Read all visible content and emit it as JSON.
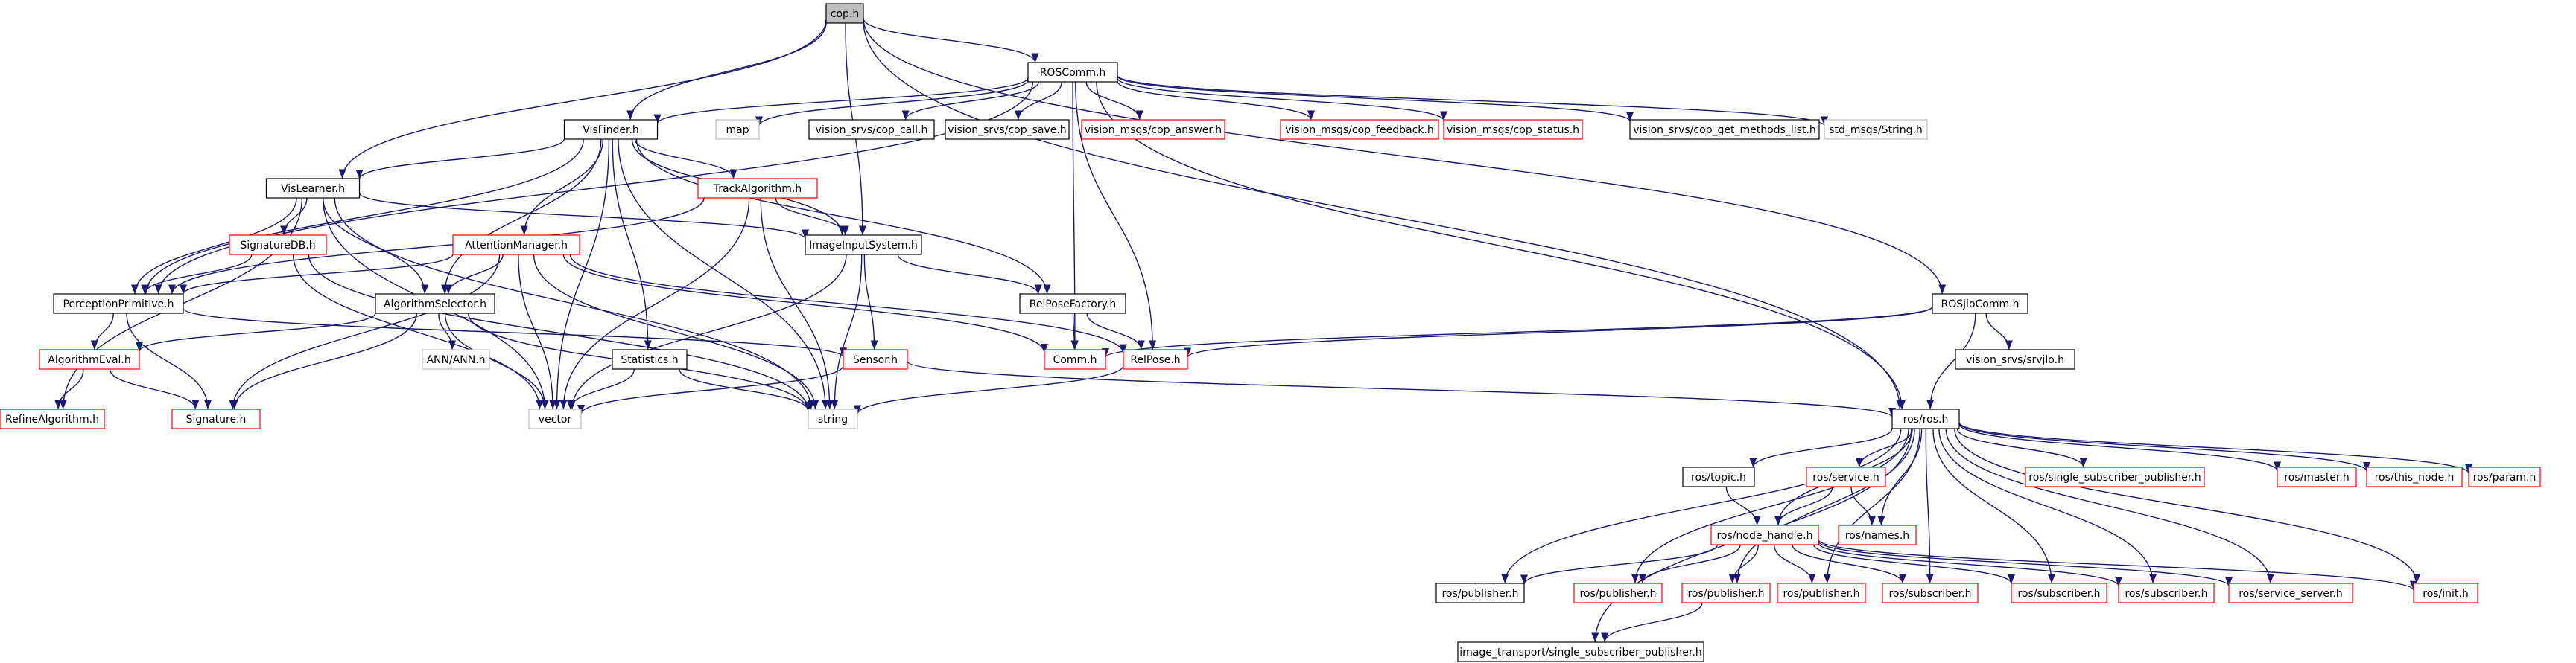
{
  "colors": {
    "edge": "#191970",
    "border_local": "#000000",
    "border_missing": "#ff0000",
    "border_system": "#bfbfbf",
    "fill_focus": "#bfbfbf",
    "fill_default": "#ffffff"
  },
  "nodes": [
    {
      "id": "cop_h",
      "label": "cop.h",
      "kind": "focus"
    },
    {
      "id": "roscomm_h",
      "label": "ROSComm.h",
      "kind": "local"
    },
    {
      "id": "visfinder_h",
      "label": "VisFinder.h",
      "kind": "local"
    },
    {
      "id": "map",
      "label": "map",
      "kind": "system"
    },
    {
      "id": "cop_call_h",
      "label": "vision_srvs/cop_call.h",
      "kind": "local"
    },
    {
      "id": "cop_save_h",
      "label": "vision_srvs/cop_save.h",
      "kind": "local"
    },
    {
      "id": "cop_answer_h",
      "label": "vision_msgs/cop_answer.h",
      "kind": "missing"
    },
    {
      "id": "cop_feedback_h",
      "label": "vision_msgs/cop_feedback.h",
      "kind": "missing"
    },
    {
      "id": "cop_status_h",
      "label": "vision_msgs/cop_status.h",
      "kind": "missing"
    },
    {
      "id": "cop_get_methods_h",
      "label": "vision_srvs/cop_get_methods_list.h",
      "kind": "local"
    },
    {
      "id": "std_string_h",
      "label": "std_msgs/String.h",
      "kind": "system"
    },
    {
      "id": "vislearner_h",
      "label": "VisLearner.h",
      "kind": "local"
    },
    {
      "id": "trackalgorithm_h",
      "label": "TrackAlgorithm.h",
      "kind": "missing"
    },
    {
      "id": "signaturedb_h",
      "label": "SignatureDB.h",
      "kind": "missing"
    },
    {
      "id": "attentionmanager_h",
      "label": "AttentionManager.h",
      "kind": "missing"
    },
    {
      "id": "imageinputsystem_h",
      "label": "ImageInputSystem.h",
      "kind": "local"
    },
    {
      "id": "perceptionprimitive_h",
      "label": "PerceptionPrimitive.h",
      "kind": "local"
    },
    {
      "id": "algorithmselector_h",
      "label": "AlgorithmSelector.h",
      "kind": "local"
    },
    {
      "id": "relposefactory_h",
      "label": "RelPoseFactory.h",
      "kind": "local"
    },
    {
      "id": "rosjlocomm_h",
      "label": "ROSjloComm.h",
      "kind": "local"
    },
    {
      "id": "algorithmeval_h",
      "label": "AlgorithmEval.h",
      "kind": "missing"
    },
    {
      "id": "annann_h",
      "label": "ANN/ANN.h",
      "kind": "system"
    },
    {
      "id": "statistics_h",
      "label": "Statistics.h",
      "kind": "local"
    },
    {
      "id": "sensor_h",
      "label": "Sensor.h",
      "kind": "missing"
    },
    {
      "id": "comm_h",
      "label": "Comm.h",
      "kind": "missing"
    },
    {
      "id": "relpose_h",
      "label": "RelPose.h",
      "kind": "missing"
    },
    {
      "id": "srvjlo_h",
      "label": "vision_srvs/srvjlo.h",
      "kind": "local"
    },
    {
      "id": "refinealgorithm_h",
      "label": "RefineAlgorithm.h",
      "kind": "missing"
    },
    {
      "id": "signature_h",
      "label": "Signature.h",
      "kind": "missing"
    },
    {
      "id": "vector",
      "label": "vector",
      "kind": "system"
    },
    {
      "id": "string",
      "label": "string",
      "kind": "system"
    },
    {
      "id": "rosros_h",
      "label": "ros/ros.h",
      "kind": "local"
    },
    {
      "id": "rostopic_h",
      "label": "ros/topic.h",
      "kind": "local"
    },
    {
      "id": "rosservice_h",
      "label": "ros/service.h",
      "kind": "missing"
    },
    {
      "id": "ros_ssp_h",
      "label": "ros/single_subscriber_publisher.h",
      "kind": "missing"
    },
    {
      "id": "rosmaster_h",
      "label": "ros/master.h",
      "kind": "missing"
    },
    {
      "id": "rosthisnode_h",
      "label": "ros/this_node.h",
      "kind": "missing"
    },
    {
      "id": "rosparam_h",
      "label": "ros/param.h",
      "kind": "missing"
    },
    {
      "id": "rosnodehandle_h",
      "label": "ros/node_handle.h",
      "kind": "missing"
    },
    {
      "id": "rosnames_h",
      "label": "ros/names.h",
      "kind": "missing"
    },
    {
      "id": "rospub1_h",
      "label": "ros/publisher.h",
      "kind": "local"
    },
    {
      "id": "rospub2_h",
      "label": "ros/publisher.h",
      "kind": "missing"
    },
    {
      "id": "rospub3_h",
      "label": "ros/publisher.h",
      "kind": "missing"
    },
    {
      "id": "rospub4_h",
      "label": "ros/publisher.h",
      "kind": "missing"
    },
    {
      "id": "rossub1_h",
      "label": "ros/subscriber.h",
      "kind": "missing"
    },
    {
      "id": "rossub2_h",
      "label": "ros/subscriber.h",
      "kind": "missing"
    },
    {
      "id": "rossub3_h",
      "label": "ros/subscriber.h",
      "kind": "missing"
    },
    {
      "id": "rosservserver_h",
      "label": "ros/service_server.h",
      "kind": "missing"
    },
    {
      "id": "rosinit_h",
      "label": "ros/init.h",
      "kind": "missing"
    },
    {
      "id": "imgtransport_ssp_h",
      "label": "image_transport/single_subscriber_publisher.h",
      "kind": "local"
    }
  ],
  "edges": [
    [
      "cop_h",
      "roscomm_h"
    ],
    [
      "cop_h",
      "visfinder_h"
    ],
    [
      "cop_h",
      "vislearner_h"
    ],
    [
      "cop_h",
      "imageinputsystem_h"
    ],
    [
      "cop_h",
      "rosjlocomm_h"
    ],
    [
      "cop_h",
      "rosros_h"
    ],
    [
      "roscomm_h",
      "visfinder_h"
    ],
    [
      "roscomm_h",
      "map"
    ],
    [
      "roscomm_h",
      "cop_call_h"
    ],
    [
      "roscomm_h",
      "cop_save_h"
    ],
    [
      "roscomm_h",
      "cop_answer_h"
    ],
    [
      "roscomm_h",
      "cop_feedback_h"
    ],
    [
      "roscomm_h",
      "cop_status_h"
    ],
    [
      "roscomm_h",
      "cop_get_methods_h"
    ],
    [
      "roscomm_h",
      "std_string_h"
    ],
    [
      "roscomm_h",
      "perceptionprimitive_h"
    ],
    [
      "roscomm_h",
      "comm_h"
    ],
    [
      "roscomm_h",
      "relpose_h"
    ],
    [
      "roscomm_h",
      "rosros_h"
    ],
    [
      "visfinder_h",
      "vislearner_h"
    ],
    [
      "visfinder_h",
      "trackalgorithm_h"
    ],
    [
      "visfinder_h",
      "attentionmanager_h"
    ],
    [
      "visfinder_h",
      "imageinputsystem_h"
    ],
    [
      "visfinder_h",
      "perceptionprimitive_h"
    ],
    [
      "visfinder_h",
      "algorithmselector_h"
    ],
    [
      "visfinder_h",
      "relposefactory_h"
    ],
    [
      "visfinder_h",
      "statistics_h"
    ],
    [
      "visfinder_h",
      "vector"
    ],
    [
      "visfinder_h",
      "string"
    ],
    [
      "vislearner_h",
      "signaturedb_h"
    ],
    [
      "vislearner_h",
      "perceptionprimitive_h"
    ],
    [
      "vislearner_h",
      "algorithmselector_h"
    ],
    [
      "vislearner_h",
      "imageinputsystem_h"
    ],
    [
      "vislearner_h",
      "refinealgorithm_h"
    ],
    [
      "vislearner_h",
      "vector"
    ],
    [
      "vislearner_h",
      "string"
    ],
    [
      "trackalgorithm_h",
      "imageinputsystem_h"
    ],
    [
      "trackalgorithm_h",
      "perceptionprimitive_h"
    ],
    [
      "trackalgorithm_h",
      "vector"
    ],
    [
      "trackalgorithm_h",
      "string"
    ],
    [
      "signaturedb_h",
      "perceptionprimitive_h"
    ],
    [
      "signaturedb_h",
      "vector"
    ],
    [
      "signaturedb_h",
      "string"
    ],
    [
      "attentionmanager_h",
      "algorithmselector_h"
    ],
    [
      "attentionmanager_h",
      "perceptionprimitive_h"
    ],
    [
      "attentionmanager_h",
      "signature_h"
    ],
    [
      "attentionmanager_h",
      "comm_h"
    ],
    [
      "attentionmanager_h",
      "relpose_h"
    ],
    [
      "attentionmanager_h",
      "vector"
    ],
    [
      "attentionmanager_h",
      "string"
    ],
    [
      "imageinputsystem_h",
      "sensor_h"
    ],
    [
      "imageinputsystem_h",
      "relposefactory_h"
    ],
    [
      "imageinputsystem_h",
      "vector"
    ],
    [
      "imageinputsystem_h",
      "string"
    ],
    [
      "perceptionprimitive_h",
      "algorithmeval_h"
    ],
    [
      "perceptionprimitive_h",
      "signature_h"
    ],
    [
      "perceptionprimitive_h",
      "sensor_h"
    ],
    [
      "algorithmselector_h",
      "algorithmeval_h"
    ],
    [
      "algorithmselector_h",
      "annann_h"
    ],
    [
      "algorithmselector_h",
      "signature_h"
    ],
    [
      "algorithmselector_h",
      "vector"
    ],
    [
      "algorithmselector_h",
      "string"
    ],
    [
      "relposefactory_h",
      "comm_h"
    ],
    [
      "relposefactory_h",
      "relpose_h"
    ],
    [
      "rosjlocomm_h",
      "comm_h"
    ],
    [
      "rosjlocomm_h",
      "relpose_h"
    ],
    [
      "rosjlocomm_h",
      "srvjlo_h"
    ],
    [
      "rosjlocomm_h",
      "rosros_h"
    ],
    [
      "algorithmeval_h",
      "refinealgorithm_h"
    ],
    [
      "algorithmeval_h",
      "signature_h"
    ],
    [
      "statistics_h",
      "vector"
    ],
    [
      "statistics_h",
      "string"
    ],
    [
      "sensor_h",
      "vector"
    ],
    [
      "sensor_h",
      "rosros_h"
    ],
    [
      "relpose_h",
      "string"
    ],
    [
      "rosros_h",
      "rostopic_h"
    ],
    [
      "rosros_h",
      "rosservice_h"
    ],
    [
      "rosros_h",
      "ros_ssp_h"
    ],
    [
      "rosros_h",
      "rosmaster_h"
    ],
    [
      "rosros_h",
      "rosthisnode_h"
    ],
    [
      "rosros_h",
      "rosparam_h"
    ],
    [
      "rosros_h",
      "rosnodehandle_h"
    ],
    [
      "rosros_h",
      "rosnames_h"
    ],
    [
      "rosros_h",
      "rospub1_h"
    ],
    [
      "rosros_h",
      "rospub2_h"
    ],
    [
      "rosros_h",
      "rospub3_h"
    ],
    [
      "rosros_h",
      "rospub4_h"
    ],
    [
      "rosros_h",
      "rossub1_h"
    ],
    [
      "rosros_h",
      "rossub2_h"
    ],
    [
      "rosros_h",
      "rossub3_h"
    ],
    [
      "rosros_h",
      "rosservserver_h"
    ],
    [
      "rosros_h",
      "rosinit_h"
    ],
    [
      "rosros_h",
      "imgtransport_ssp_h"
    ],
    [
      "rostopic_h",
      "rosnodehandle_h"
    ],
    [
      "rosservice_h",
      "rosnodehandle_h"
    ],
    [
      "rosservice_h",
      "rosnames_h"
    ],
    [
      "rosnodehandle_h",
      "rospub1_h"
    ],
    [
      "rosnodehandle_h",
      "rospub2_h"
    ],
    [
      "rosnodehandle_h",
      "rospub3_h"
    ],
    [
      "rosnodehandle_h",
      "rospub4_h"
    ],
    [
      "rosnodehandle_h",
      "rossub1_h"
    ],
    [
      "rosnodehandle_h",
      "rossub2_h"
    ],
    [
      "rosnodehandle_h",
      "rossub3_h"
    ],
    [
      "rosnodehandle_h",
      "rosservserver_h"
    ],
    [
      "rosnodehandle_h",
      "rosinit_h"
    ],
    [
      "rospub3_h",
      "imgtransport_ssp_h"
    ]
  ]
}
